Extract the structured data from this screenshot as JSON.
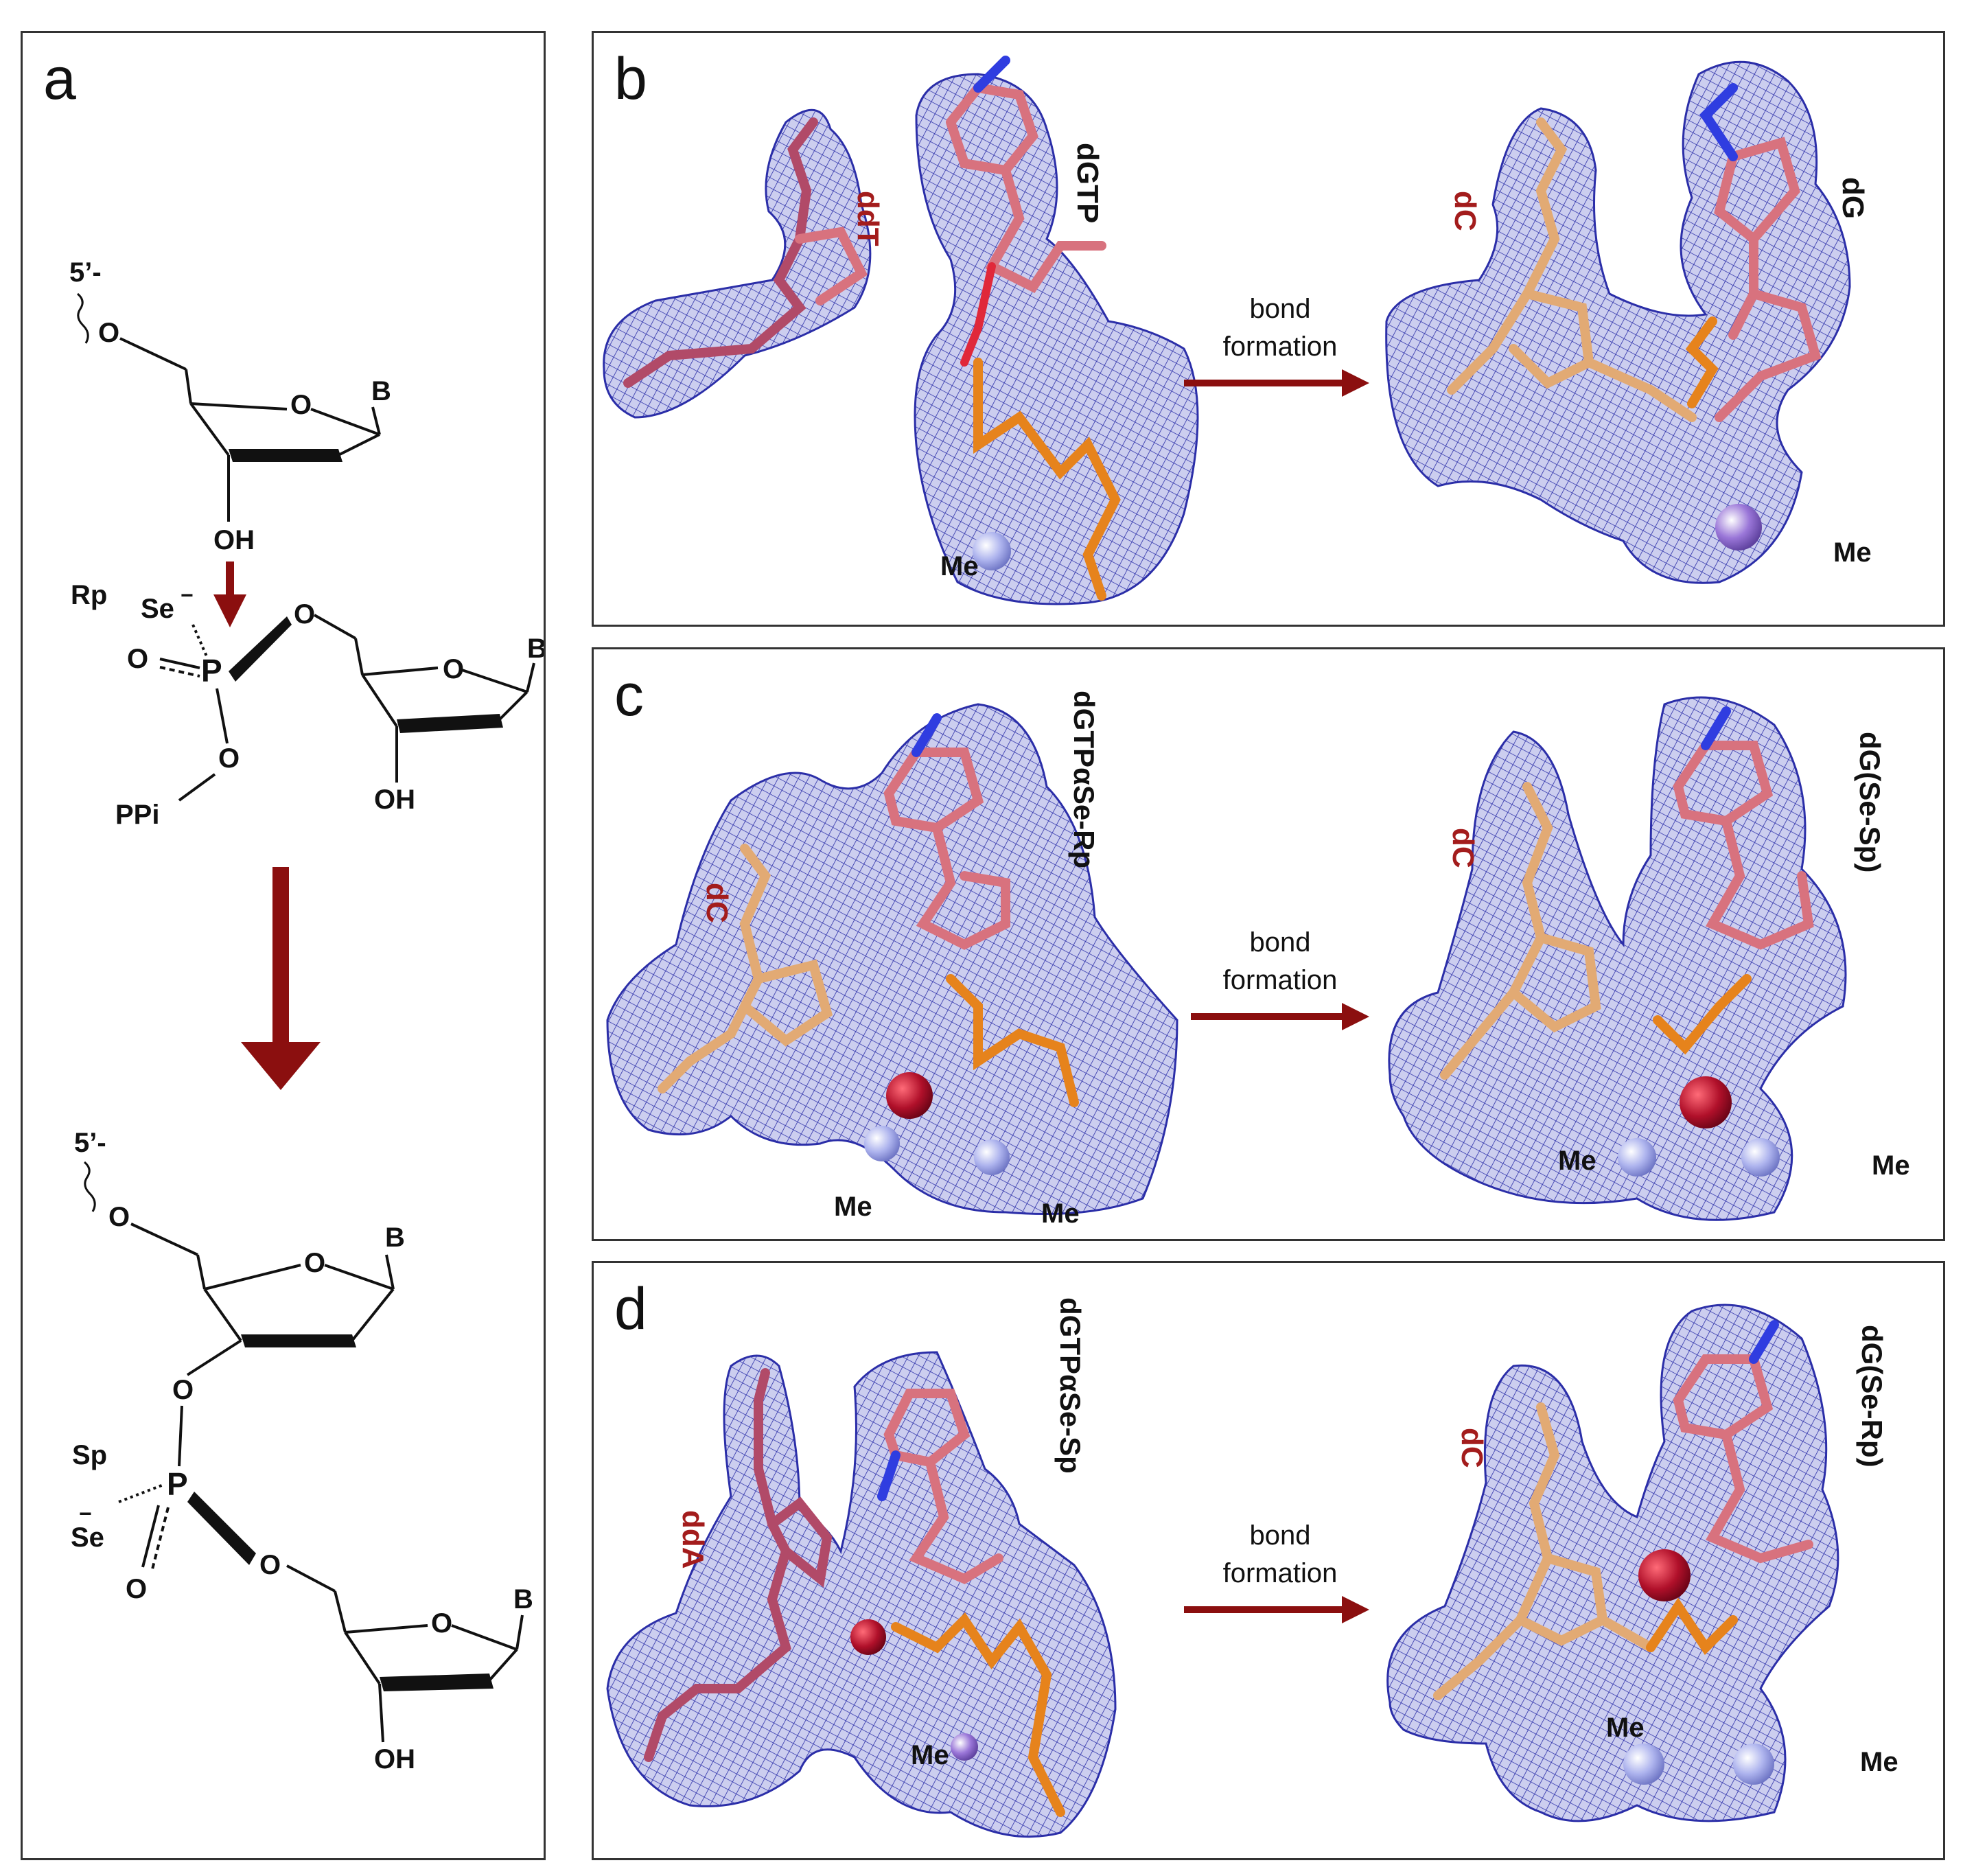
{
  "colors": {
    "mesh": "#2b2ea8",
    "mesh_fill": "#c9cbef",
    "pink": "#d8727e",
    "magenta": "#b14a68",
    "tan": "#e2aa74",
    "orange": "#e6831c",
    "nitrogen": "#2f3de0",
    "oxygen": "#e0283a",
    "selenium": "#b0102a",
    "metal_blue": "#aeb4ee",
    "metal_purple": "#9a76d8",
    "arrow": "#8b0f0f",
    "red_label": "#a31c1c",
    "black": "#111111"
  },
  "panel_a": {
    "letter": "a",
    "top": {
      "five_prime": "5’-",
      "o5": "O",
      "ring_o": "O",
      "base": "B",
      "oh": "OH"
    },
    "middle": {
      "stereo": "Rp",
      "se": "Se",
      "se_charge": "−",
      "o_double": "O",
      "p": "P",
      "o_bridge": "O",
      "ring_o": "O",
      "base": "B",
      "o_lower": "O",
      "ppi": "PPi",
      "oh": "OH"
    },
    "bottom": {
      "five_prime": "5’-",
      "o5": "O",
      "ring_o": "O",
      "base": "B",
      "o3": "O",
      "stereo": "Sp",
      "p": "P",
      "se": "Se",
      "se_charge": "−",
      "o_double": "O",
      "o_bridge": "O",
      "ring_o2": "O",
      "base2": "B",
      "oh": "OH"
    }
  },
  "panel_b": {
    "letter": "b",
    "left_label": "ddT",
    "right_label": "dGTP",
    "arrow_line1": "bond",
    "arrow_line2": "formation",
    "product_left": "dC",
    "product_right": "dG",
    "me_left": "Me",
    "me_right": "Me"
  },
  "panel_c": {
    "letter": "c",
    "left_label": "dC",
    "right_label": "dGTPαSe-Rp",
    "arrow_line1": "bond",
    "arrow_line2": "formation",
    "product_left": "dC",
    "product_right": "dG(Se-Sp)",
    "me1": "Me",
    "me2": "Me",
    "me3": "Me",
    "me4": "Me"
  },
  "panel_d": {
    "letter": "d",
    "left_label": "ddA",
    "right_label": "dGTPαSe-Sp",
    "arrow_line1": "bond",
    "arrow_line2": "formation",
    "product_left": "dC",
    "product_right": "dG(Se-Rp)",
    "me1": "Me",
    "me2": "Me",
    "me3": "Me"
  }
}
